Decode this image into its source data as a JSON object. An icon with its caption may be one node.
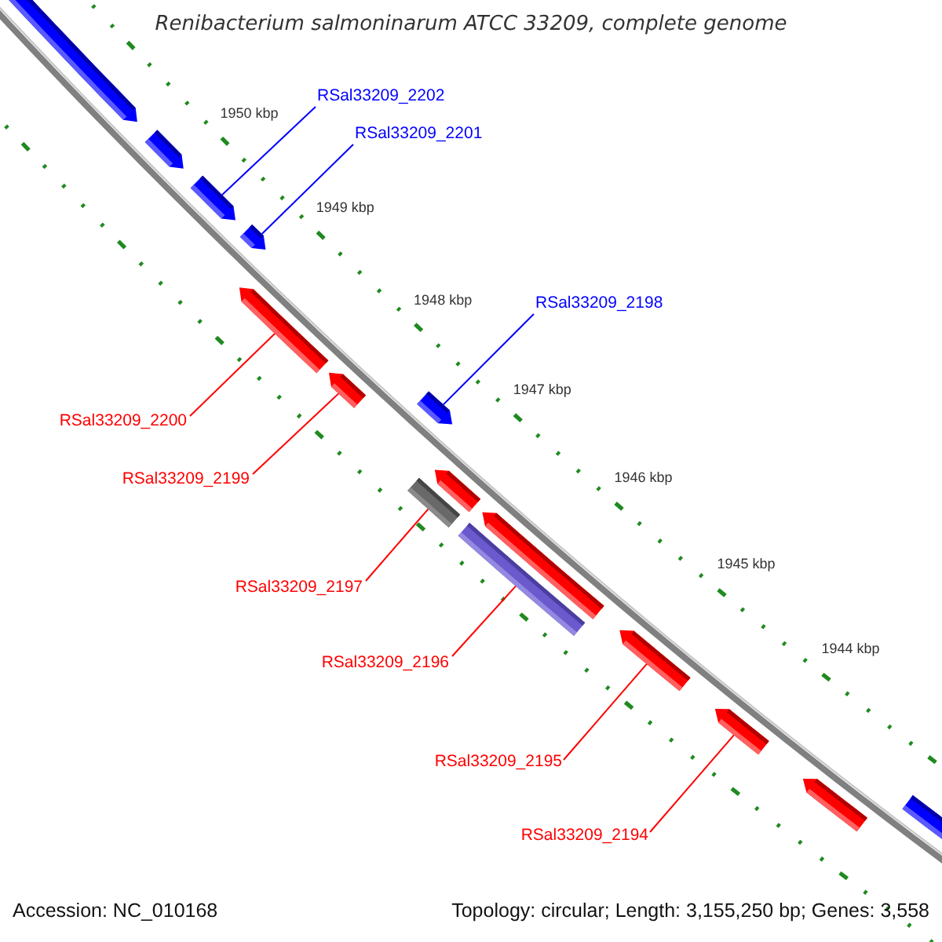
{
  "diagram": {
    "title": "Renibacterium salmoninarum ATCC 33209, complete genome",
    "nodes": [
      {
        "text": [
          "RSal33209_2202"
        ]
      },
      {
        "text": [
          "RSal33209_2201"
        ]
      },
      {
        "text": [
          "RSal33209_2198"
        ]
      },
      {
        "text": [
          "RSal33209_2200"
        ]
      },
      {
        "text": [
          "RSal33209_2199"
        ]
      },
      {
        "text": [
          "RSal33209_2197"
        ]
      },
      {
        "text": [
          "RSal33209_2196"
        ]
      },
      {
        "text": [
          "RSal33209_2195"
        ]
      },
      {
        "text": [
          "RSal33209_2194"
        ]
      },
      {
        "text": [],
        "shape": "pentagon"
      },
      {
        "text": [],
        "shape": "pentagon"
      },
      {
        "text": [],
        "shape": "pentagon"
      },
      {
        "text": [],
        "shape": "pentagon"
      },
      {
        "text": [],
        "shape": "pentagon"
      },
      {
        "text": [],
        "shape": "pentagon"
      },
      {
        "text": [],
        "shape": "pentagon"
      },
      {
        "text": [],
        "shape": "pentagon"
      },
      {
        "text": [],
        "shape": "bar"
      },
      {
        "text": [],
        "shape": "pentagon"
      },
      {
        "text": [],
        "shape": "bar"
      },
      {
        "text": [],
        "shape": "pentagon"
      },
      {
        "text": [],
        "shape": "pentagon"
      },
      {
        "text": [],
        "shape": "pentagon"
      },
      {
        "text": [],
        "shape": "pentagon"
      }
    ],
    "edges": [
      {
        "from": 0,
        "to": 11,
        "arrow": "none",
        "color": "#0000ff"
      },
      {
        "from": 1,
        "to": 12,
        "arrow": "none",
        "color": "#0000ff"
      },
      {
        "from": 2,
        "to": 15,
        "arrow": "none",
        "color": "#0000ff"
      },
      {
        "from": 3,
        "to": 13,
        "arrow": "none"
      },
      {
        "from": 4,
        "to": 14,
        "arrow": "none"
      },
      {
        "from": 5,
        "to": 17,
        "arrow": "none"
      },
      {
        "from": 6,
        "to": 19,
        "arrow": "none"
      },
      {
        "from": 7,
        "to": 20,
        "arrow": "none"
      },
      {
        "from": 8,
        "to": 21,
        "arrow": "none"
      }
    ],
    "labels": [
      "1950 kbp",
      "1949 kbp",
      "1948 kbp",
      "1947 kbp",
      "1946 kbp",
      "1945 kbp",
      "1944 kbp",
      "Accession: NC_010168",
      "Topology: circular; Length: 3,155,250 bp; Genes: 3,558"
    ]
  }
}
